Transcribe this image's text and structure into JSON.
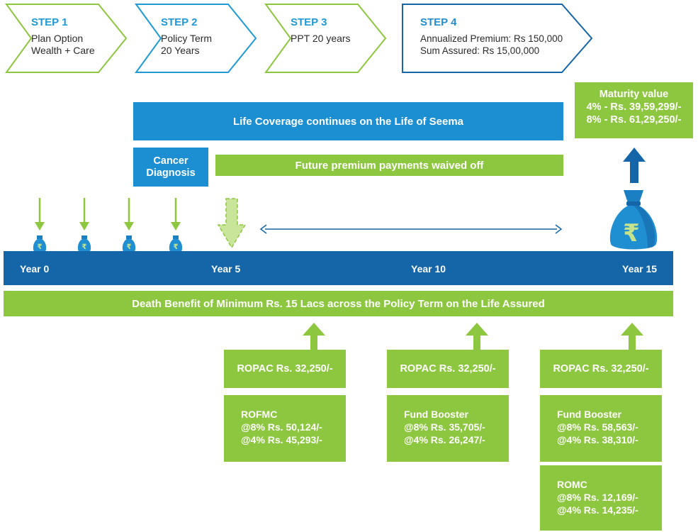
{
  "steps": [
    {
      "title": "STEP 1",
      "lines": [
        "Plan Option",
        "Wealth + Care"
      ]
    },
    {
      "title": "STEP 2",
      "lines": [
        "Policy Term",
        "20 Years"
      ]
    },
    {
      "title": "STEP 3",
      "lines": [
        "PPT 20 years"
      ]
    },
    {
      "title": "STEP 4",
      "lines": [
        "Annualized Premium: Rs 150,000",
        "Sum Assured: Rs 15,00,000"
      ]
    }
  ],
  "maturity": {
    "title": "Maturity value",
    "line1": "4% - Rs. 39,59,299/-",
    "line2": "8% - Rs. 61,29,250/-"
  },
  "life_coverage": "Life Coverage continues on the Life  of Seema",
  "cancer": {
    "line1": "Cancer",
    "line2": "Diagnosis"
  },
  "waived": "Future premium payments waived off",
  "timeline": {
    "y0": "Year 0",
    "y5": "Year 5",
    "y10": "Year 10",
    "y15": "Year 15"
  },
  "death_benefit": "Death Benefit of Minimum Rs. 15 Lacs across the Policy Term on the Life Assured",
  "col1": {
    "ropac": "ROPAC Rs. 32,250/-",
    "title": "ROFMC",
    "line1": "@8% Rs. 50,124/-",
    "line2": "@4% Rs. 45,293/-"
  },
  "col2": {
    "ropac": "ROPAC Rs. 32,250/-",
    "title": "Fund Booster",
    "line1": "@8% Rs. 35,705/-",
    "line2": "@4% Rs. 26,247/-"
  },
  "col3": {
    "ropac": "ROPAC Rs. 32,250/-",
    "title": "Fund Booster",
    "line1": "@8% Rs. 58,563/-",
    "line2": "@4% Rs. 38,310/-",
    "romc_title": "ROMC",
    "romc_line1": "@8% Rs. 12,169/-",
    "romc_line2": "@4% Rs. 14,235/-"
  },
  "colors": {
    "blue": "#1b8fd2",
    "navy": "#1566a9",
    "green": "#8dc63f",
    "light_green": "#c9e59a"
  },
  "icons": [
    "rupee-bag-icon",
    "arrow-down-icon",
    "arrow-up-icon",
    "double-arrow-icon"
  ]
}
